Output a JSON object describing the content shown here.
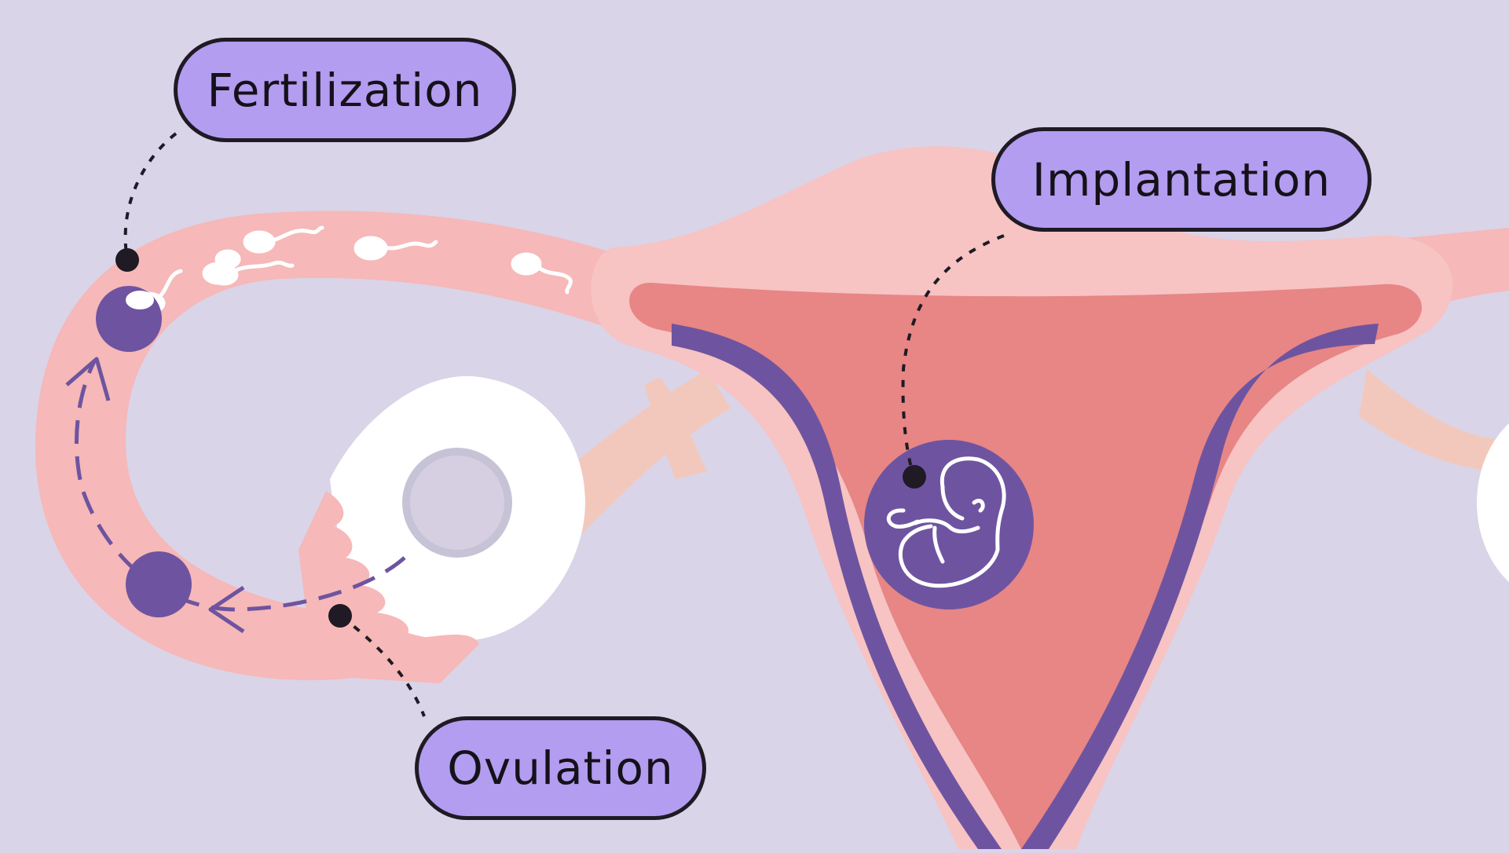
{
  "labels": {
    "fertilization": "Fertilization",
    "implantation": "Implantation",
    "ovulation": "Ovulation"
  },
  "colors": {
    "background": "#d9d4e8",
    "tube_pink": "#f6b8b8",
    "uterus_outer": "#f7c3c3",
    "uterus_inner": "#e88585",
    "purple": "#6e54a0",
    "label_fill": "#b39df0",
    "ligament": "#f3c8bc",
    "outline": "#1f1a24"
  },
  "icons": [
    "sperm-icon",
    "egg-icon",
    "embryo-icon",
    "ovary-icon",
    "follicle-icon"
  ]
}
